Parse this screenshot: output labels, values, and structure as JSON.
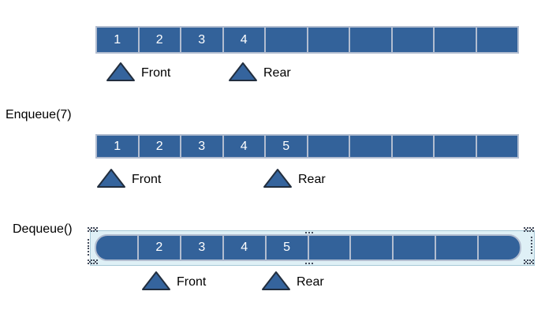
{
  "pointer_labels": {
    "front": "Front",
    "rear": "Rear"
  },
  "states": [
    {
      "operation": "",
      "cells": [
        "1",
        "2",
        "3",
        "4",
        "",
        "",
        "",
        "",
        "",
        ""
      ],
      "front_label": "Front",
      "rear_label": "Rear"
    },
    {
      "operation": "Enqueue(7)",
      "cells": [
        "1",
        "2",
        "3",
        "4",
        "5",
        "",
        "",
        "",
        "",
        ""
      ],
      "front_label": "Front",
      "rear_label": "Rear"
    },
    {
      "operation": "Dequeue()",
      "cells": [
        "",
        "2",
        "3",
        "4",
        "5",
        "",
        "",
        "",
        "",
        ""
      ],
      "front_label": "Front",
      "rear_label": "Rear"
    }
  ],
  "colors": {
    "cell_fill": "#33629A",
    "cell_divider": "#B2BDD0",
    "cell_number": "#FFFFFF",
    "triangle_fill": "#35649D",
    "triangle_border": "#222E3E",
    "selection_fill": "#DFF0F6",
    "selection_border": "#A7C8D6",
    "handle_dot": "#444C5C",
    "label_text": "#000000"
  }
}
